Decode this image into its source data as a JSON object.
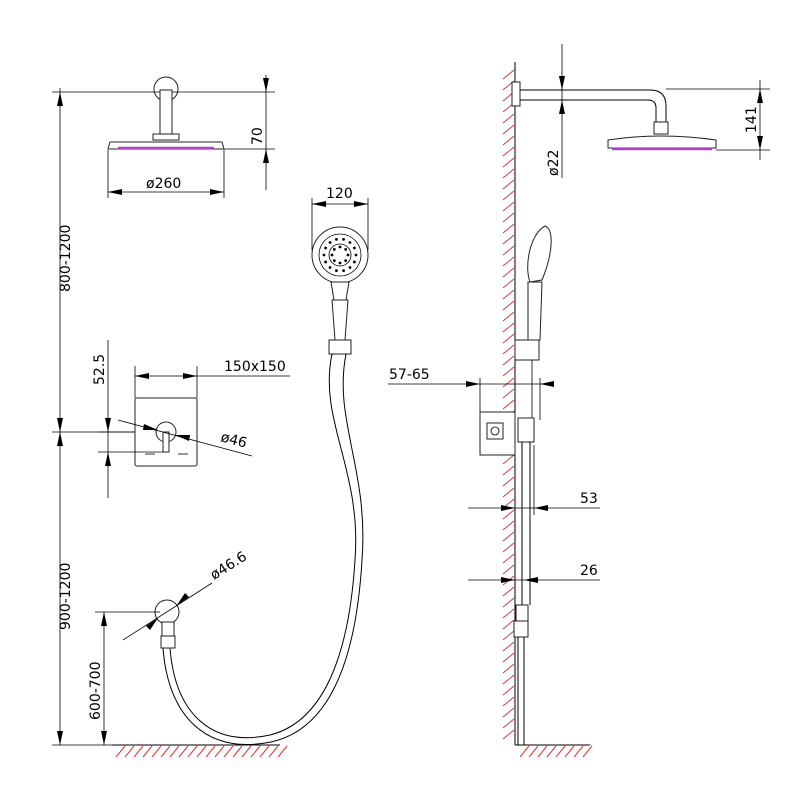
{
  "drawing": {
    "labels": {
      "rain_head_height": "70",
      "rain_head_diameter": "ø260",
      "total_height_upper": "800-1200",
      "handshower_width": "120",
      "valve_offset": "52.5",
      "plate_size": "150x150",
      "knob_diameter": "ø46",
      "total_height_lower": "900-1200",
      "outlet_diameter": "ø46.6",
      "outlet_height": "600-700",
      "side_head_height": "141",
      "arm_diameter": "ø22",
      "valve_depth": "57-65",
      "rail_projection": "53",
      "rail_depth": "26"
    },
    "colors": {
      "lines": "#000000",
      "floor_wall_hatch": "#d23a3a",
      "led_ring": "#b040c8"
    }
  }
}
